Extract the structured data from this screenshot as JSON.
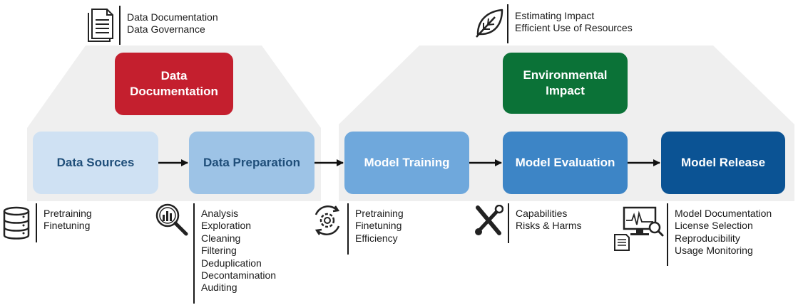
{
  "top_boxes": {
    "data_documentation": {
      "line1": "Data",
      "line2": "Documentation",
      "color": "#c41f2e"
    },
    "environmental_impact": {
      "line1": "Environmental",
      "line2": "Impact",
      "color": "#0b7237"
    }
  },
  "pipeline": [
    {
      "label": "Data Sources",
      "color": "#cfe1f3",
      "text_color": "#1f4e79"
    },
    {
      "label": "Data Preparation",
      "color": "#9dc3e6",
      "text_color": "#1f4e79"
    },
    {
      "label": "Model Training",
      "color": "#6fa8dc",
      "text_color": "#ffffff"
    },
    {
      "label": "Model Evaluation",
      "color": "#3d85c6",
      "text_color": "#ffffff"
    },
    {
      "label": "Model Release",
      "color": "#0b5394",
      "text_color": "#ffffff"
    }
  ],
  "notes": {
    "data_documentation": [
      "Data Documentation",
      "Data Governance"
    ],
    "environmental_impact": [
      "Estimating Impact",
      "Efficient Use of Resources"
    ],
    "data_sources": [
      "Pretraining",
      "Finetuning"
    ],
    "data_preparation": [
      "Analysis",
      "Exploration",
      "Cleaning",
      "Filtering",
      "Deduplication",
      "Decontamination",
      "Auditing"
    ],
    "model_training": [
      "Pretraining",
      "Finetuning",
      "Efficiency"
    ],
    "model_evaluation": [
      "Capabilities",
      "Risks & Harms"
    ],
    "model_release": [
      "Model Documentation",
      "License Selection",
      "Reproducibility",
      "Usage Monitoring"
    ]
  },
  "icons": [
    "document-icon",
    "leaf-icon",
    "database-icon",
    "magnifier-chart-icon",
    "gear-cycle-icon",
    "tools-icon",
    "monitor-document-icon"
  ],
  "colors": {
    "panel": "#efefef",
    "arrow": "#111111"
  }
}
